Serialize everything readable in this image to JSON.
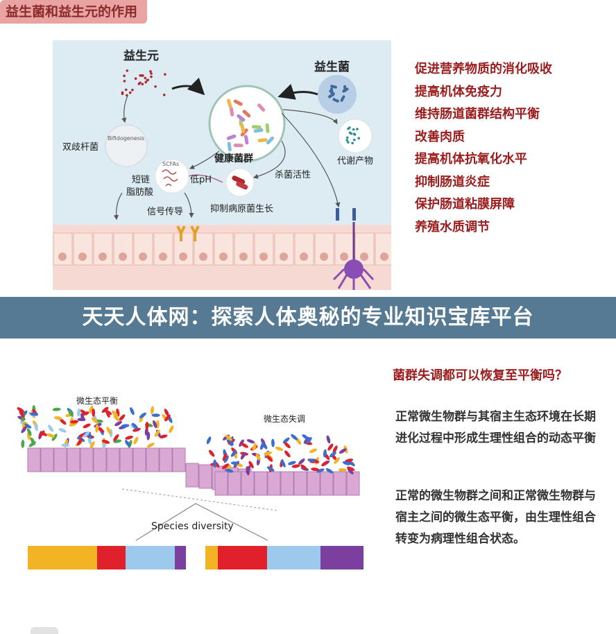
{
  "section1": {
    "title": "益生菌和益生元的作用",
    "diagram": {
      "prebiotic": "益生元",
      "probiotic": "益生菌",
      "healthy_flora": "健康菌群",
      "bifidobacteria": "双歧杆菌",
      "bifidogenesis": "Bifidogenesis",
      "scfas": "SCFAs",
      "short_chain": "短链",
      "fatty_acid": "脂肪酸",
      "low_ph": "低pH",
      "bactericidal": "杀菌活性",
      "inhibit_pathogen": "抑制病原菌生长",
      "metabolites": "代谢产物",
      "signaling": "信号传导"
    },
    "benefits": [
      "促进营养物质的消化吸收",
      "提高机体免疫力",
      "维持肠道菌群结构平衡",
      "改善肉质",
      "提高机体抗氧化水平",
      "抑制肠道炎症",
      "保护肠道粘膜屏障",
      "养殖水质调节"
    ]
  },
  "banner": "天天人体网：探索人体奥秘的专业知识宝库平台",
  "section2": {
    "question": "菌群失调都可以恢复至平衡吗？",
    "paragraph1": "正常微生物群与其宿主生态环境在长期进化过程中形成生理性组合的动态平衡",
    "paragraph2": "正常的微生物群之间和正常微生物群与宿主之间的微生态平衡，由生理性组合转变为病理性组合状态。",
    "balance_label": "微生态平衡",
    "imbalance_label": "微生态失调",
    "species_diversity": "Species diversity",
    "colors": {
      "yellow": "#f2b324",
      "red": "#e0202b",
      "blue": "#9cc9ec",
      "purple": "#7b3fa0"
    },
    "diversity_balanced": [
      {
        "color": "yellow",
        "fraction": 0.44
      },
      {
        "color": "red",
        "fraction": 0.18
      },
      {
        "color": "blue",
        "fraction": 0.31
      },
      {
        "color": "purple",
        "fraction": 0.07
      }
    ],
    "diversity_imbalanced": [
      {
        "color": "yellow",
        "fraction": 0.08
      },
      {
        "color": "red",
        "fraction": 0.31
      },
      {
        "color": "blue",
        "fraction": 0.34
      },
      {
        "color": "purple",
        "fraction": 0.27
      }
    ]
  }
}
